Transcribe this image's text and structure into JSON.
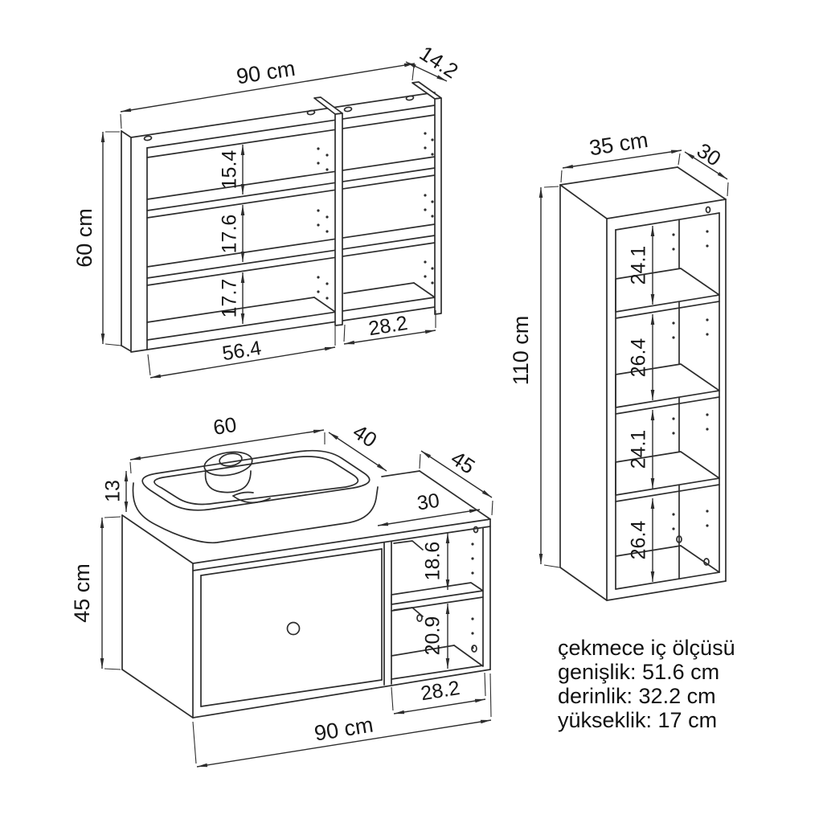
{
  "colors": {
    "background": "#ffffff",
    "line": "#2d2d2d",
    "text": "#111111"
  },
  "info_block": {
    "title": "çekmece iç ölçüsü",
    "lines": [
      "genişlik: 51.6 cm",
      "derinlik: 32.2 cm",
      "yükseklik: 17 cm"
    ]
  },
  "wall_shelf": {
    "width_label": "90 cm",
    "depth_label": "14.2",
    "height_label": "60 cm",
    "compartments": [
      "15.4",
      "17.6",
      "17.7"
    ],
    "left_width_label": "56.4",
    "right_width_label": "28.2"
  },
  "tall_cabinet": {
    "width_label": "35 cm",
    "depth_label": "30",
    "height_label": "110 cm",
    "compartments": [
      "24.1",
      "26.4",
      "24.1",
      "26.4"
    ]
  },
  "vanity": {
    "width_label": "90 cm",
    "height_label": "45 cm",
    "depth_label": "45",
    "top_width_label": "30",
    "sink": {
      "width_label": "60",
      "depth_label": "40",
      "height_label": "13"
    },
    "open_section": {
      "top_label": "18.6",
      "bottom_label": "20.9",
      "width_label": "28.2"
    }
  }
}
